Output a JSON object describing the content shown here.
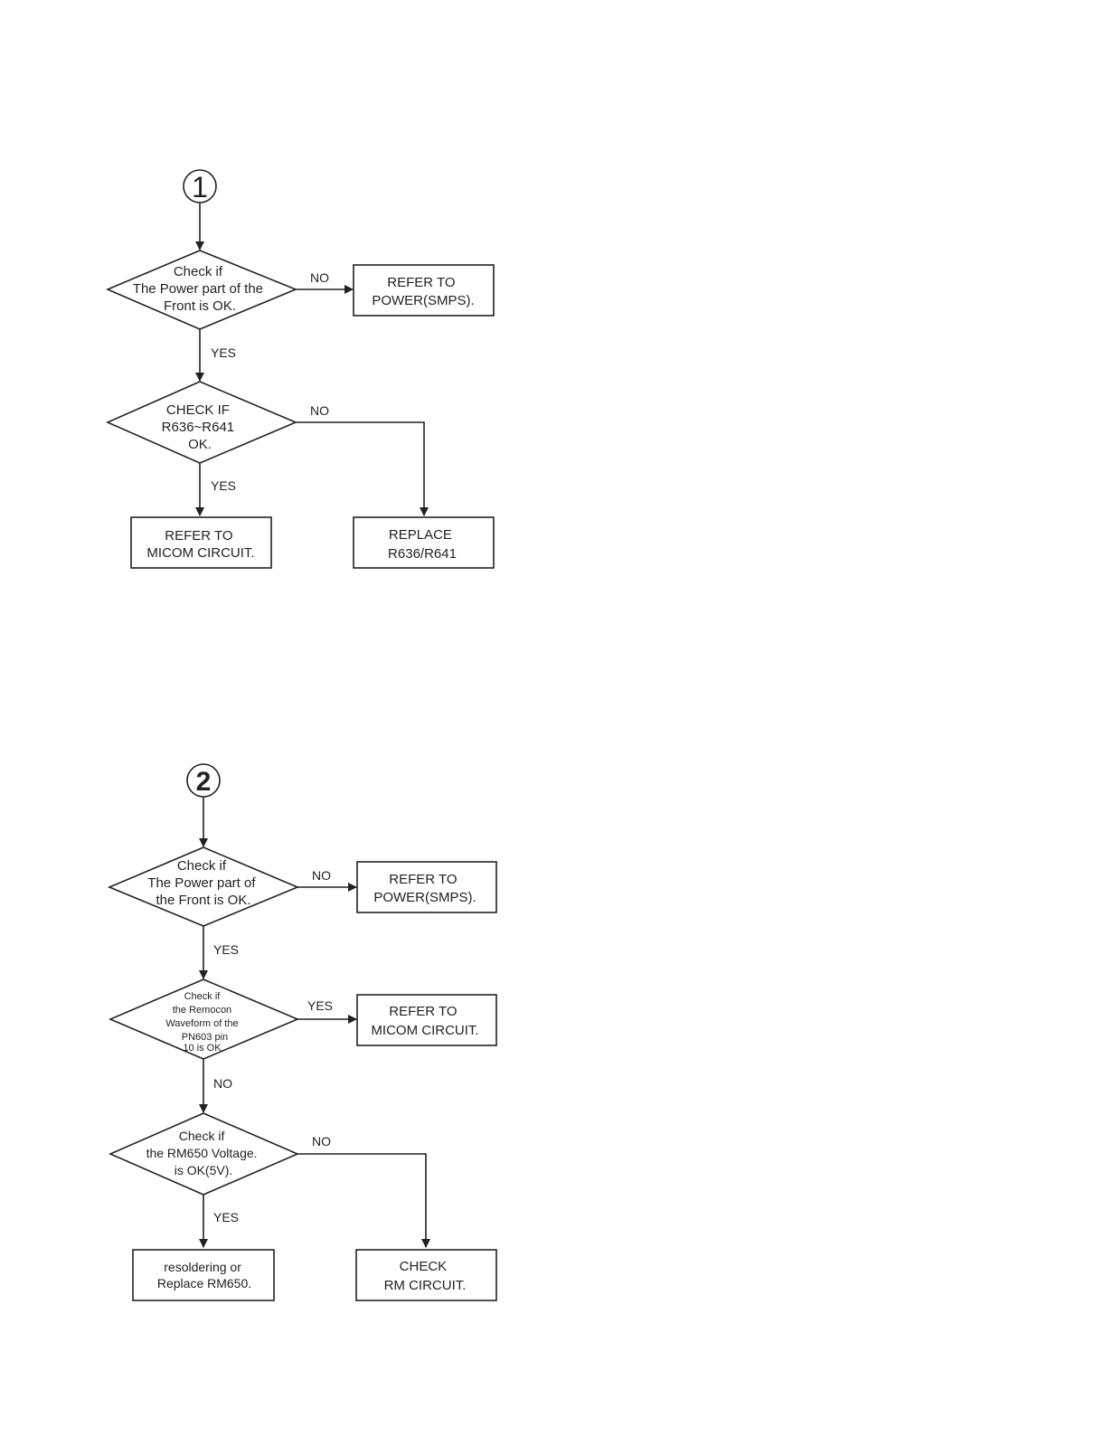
{
  "flow1": {
    "label": "1",
    "d1": [
      "Check if",
      "The Power part of the",
      "Front is OK."
    ],
    "d1_no": "NO",
    "b1": [
      "REFER TO",
      "POWER(SMPS)."
    ],
    "d1_yes": "YES",
    "d2": [
      "CHECK IF",
      "R636~R641",
      "OK."
    ],
    "d2_no": "NO",
    "d2_yes": "YES",
    "b2": [
      "REFER TO",
      "MICOM CIRCUIT."
    ],
    "b3": [
      "REPLACE",
      "R636/R641"
    ]
  },
  "flow2": {
    "label": "2",
    "d1": [
      "Check if",
      "The Power part of",
      "the Front is OK."
    ],
    "d1_no": "NO",
    "b1": [
      "REFER TO",
      "POWER(SMPS)."
    ],
    "d1_yes": "YES",
    "d2": [
      "Check if",
      "the Remocon",
      "Waveform of the",
      "PN603 pin",
      "10 is OK."
    ],
    "d2_yes": "YES",
    "b2": [
      "REFER TO",
      "MICOM CIRCUIT."
    ],
    "d2_no": "NO",
    "d3": [
      "Check if",
      "the RM650 Voltage.",
      "is OK(5V)."
    ],
    "d3_no": "NO",
    "d3_yes": "YES",
    "b3": [
      "resoldering or",
      "Replace RM650."
    ],
    "b4": [
      "CHECK",
      "RM CIRCUIT."
    ]
  }
}
